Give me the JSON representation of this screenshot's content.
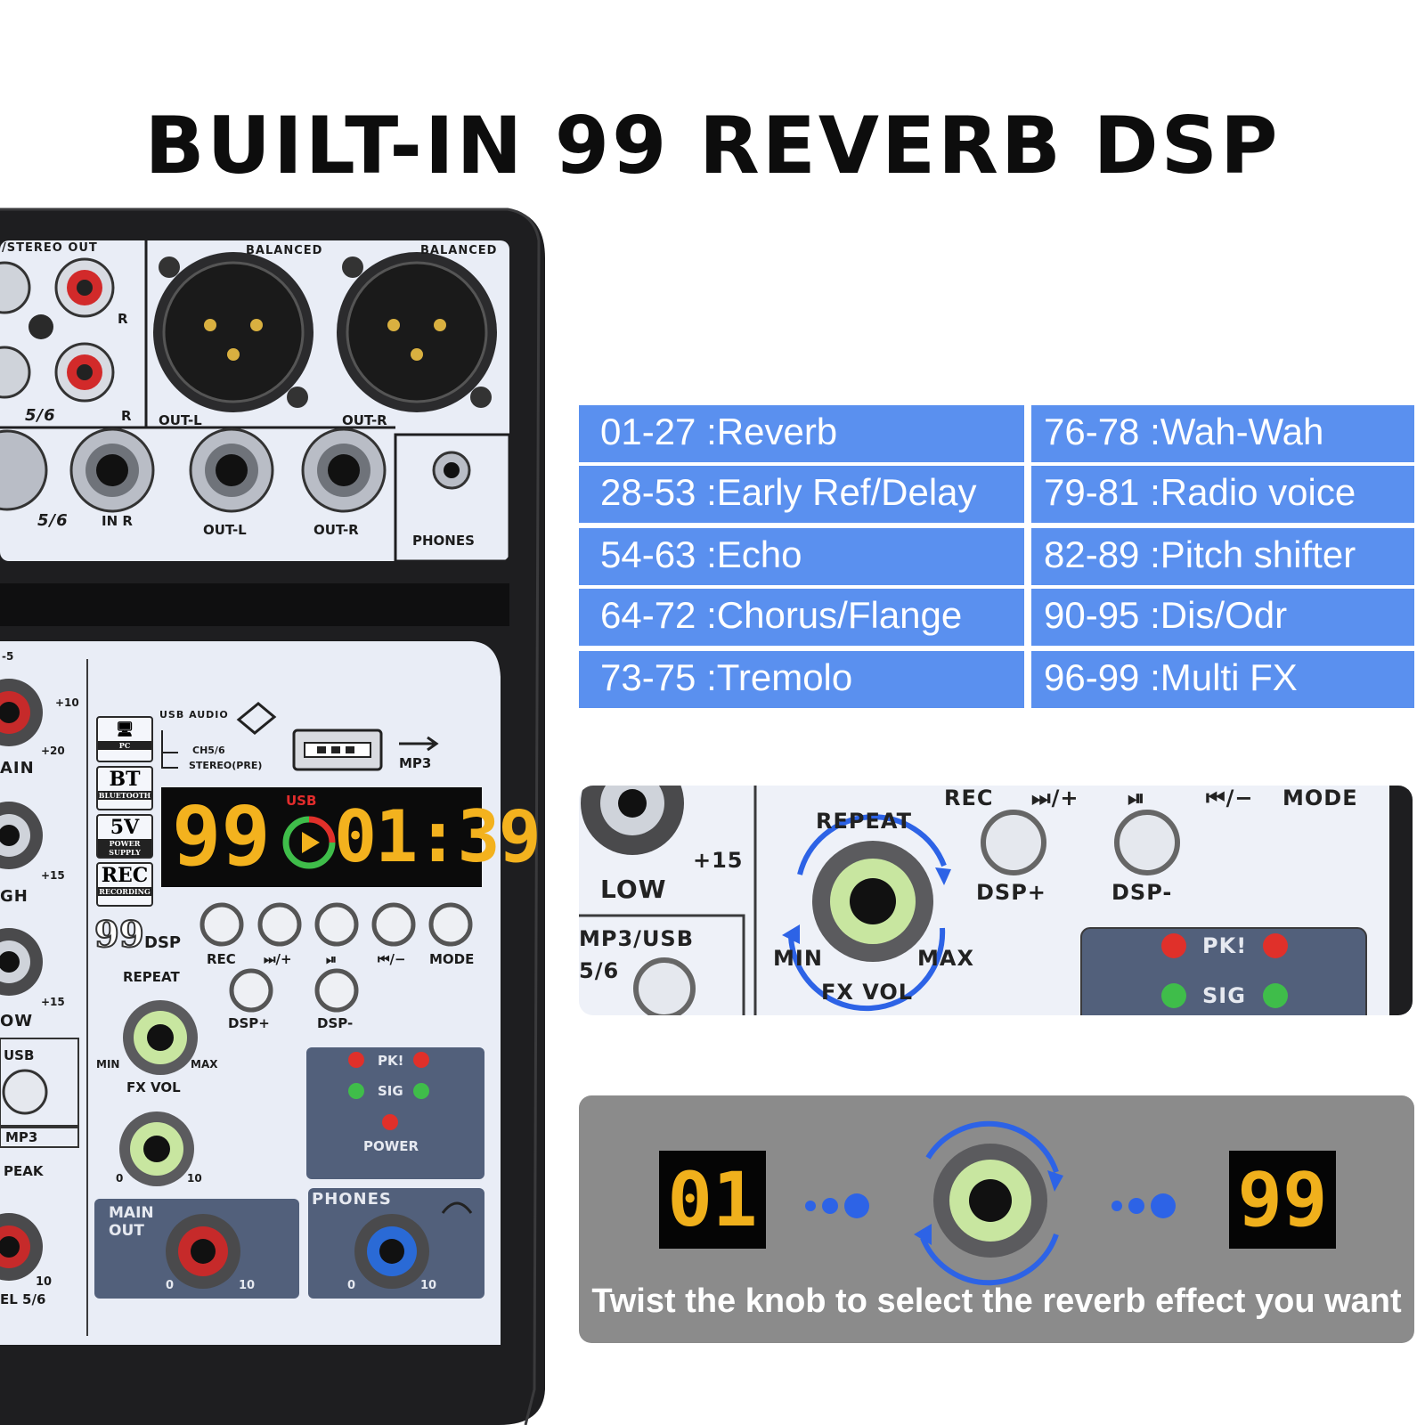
{
  "headline": "BUILT-IN 99 REVERB DSP",
  "mixer": {
    "stereo_out": "/STEREO OUT",
    "r1": "R",
    "r2": "R",
    "ch56_a": "5/6",
    "ch56_b": "5/6",
    "in_r": "IN R",
    "balanced_l": "BALANCED",
    "balanced_r": "BALANCED",
    "out_l_top": "OUT-L",
    "out_r_top": "OUT-R",
    "out_l_bottom": "OUT-L",
    "out_r_bottom": "OUT-R",
    "phones_jack": "PHONES",
    "usb_audio": "USB AUDIO",
    "ch56_route": "CH5/6",
    "stereo_pre": "STEREO(PRE)",
    "mp3_usb_label": "MP3",
    "pc_label": "PC",
    "bt_label": "BT",
    "bt_small": "BLUETOOTH",
    "fivev_label": "5V",
    "fivev_small": "POWER SUPPLY",
    "rec_badge": "REC",
    "rec_small": "RECORDING",
    "display_left": "99",
    "display_usb": "USB",
    "display_right": "01:39",
    "dsp_logo": "99",
    "dsp_text": "DSP",
    "btn_rec": "REC",
    "btn_next": "⏭/+",
    "btn_play": "⏯",
    "btn_prev": "⏮/−",
    "btn_mode": "MODE",
    "repeat": "REPEAT",
    "dsp_plus": "DSP+",
    "dsp_minus": "DSP-",
    "min": "MIN",
    "max": "MAX",
    "fx_vol": "FX VOL",
    "zero_a": "0",
    "ten_a": "10",
    "pk": "PK!",
    "sig": "SIG",
    "power": "POWER",
    "main_out": "MAIN OUT",
    "phones_knob": "PHONES",
    "zero_b": "0",
    "ten_b": "10",
    "zero_c": "0",
    "ten_c": "10",
    "gain": "AIN",
    "high": "GH",
    "low": "OW",
    "usb_side": "USB",
    "mp3_side": "MP3",
    "peak": "PEAK",
    "level56": "EL 5/6",
    "plus10": "+10",
    "plus20": "+20",
    "plus15a": "+15",
    "plus15b": "+15",
    "minus5": "-5",
    "ten_side": "10"
  },
  "effects": [
    {
      "range": "01-27",
      "name": "Reverb"
    },
    {
      "range": "28-53",
      "name": "Early Ref/Delay"
    },
    {
      "range": "54-63",
      "name": "Echo"
    },
    {
      "range": "64-72",
      "name": "Chorus/Flange"
    },
    {
      "range": "73-75",
      "name": "Tremolo"
    },
    {
      "range": "76-78",
      "name": "Wah-Wah"
    },
    {
      "range": "79-81",
      "name": "Radio voice"
    },
    {
      "range": "82-89",
      "name": "Pitch shifter"
    },
    {
      "range": "90-95",
      "name": "Dis/Odr"
    },
    {
      "range": "96-99",
      "name": "Multi FX"
    }
  ],
  "closeup": {
    "rec": "REC",
    "next": "⏭/+",
    "play": "⏯",
    "prev": "⏮/−",
    "mode": "MODE",
    "repeat": "REPEAT",
    "dsp_plus": "DSP+",
    "dsp_minus": "DSP-",
    "plus15": "+15",
    "low": "LOW",
    "mp3usb": "MP3/USB",
    "ch56": "5/6",
    "min": "MIN",
    "max": "MAX",
    "fx_vol": "FX VOL",
    "pk": "PK!",
    "sig": "SIG"
  },
  "twist": {
    "from": "01",
    "to": "99",
    "caption": "Twist the knob to select the reverb effect you want"
  },
  "colors": {
    "table_bg": "#5a90ef",
    "display_digits": "#f3b21e",
    "panel_grey": "#8b8b8b",
    "knob_green": "#c8e6a0",
    "arrow_blue": "#2d63e6"
  }
}
